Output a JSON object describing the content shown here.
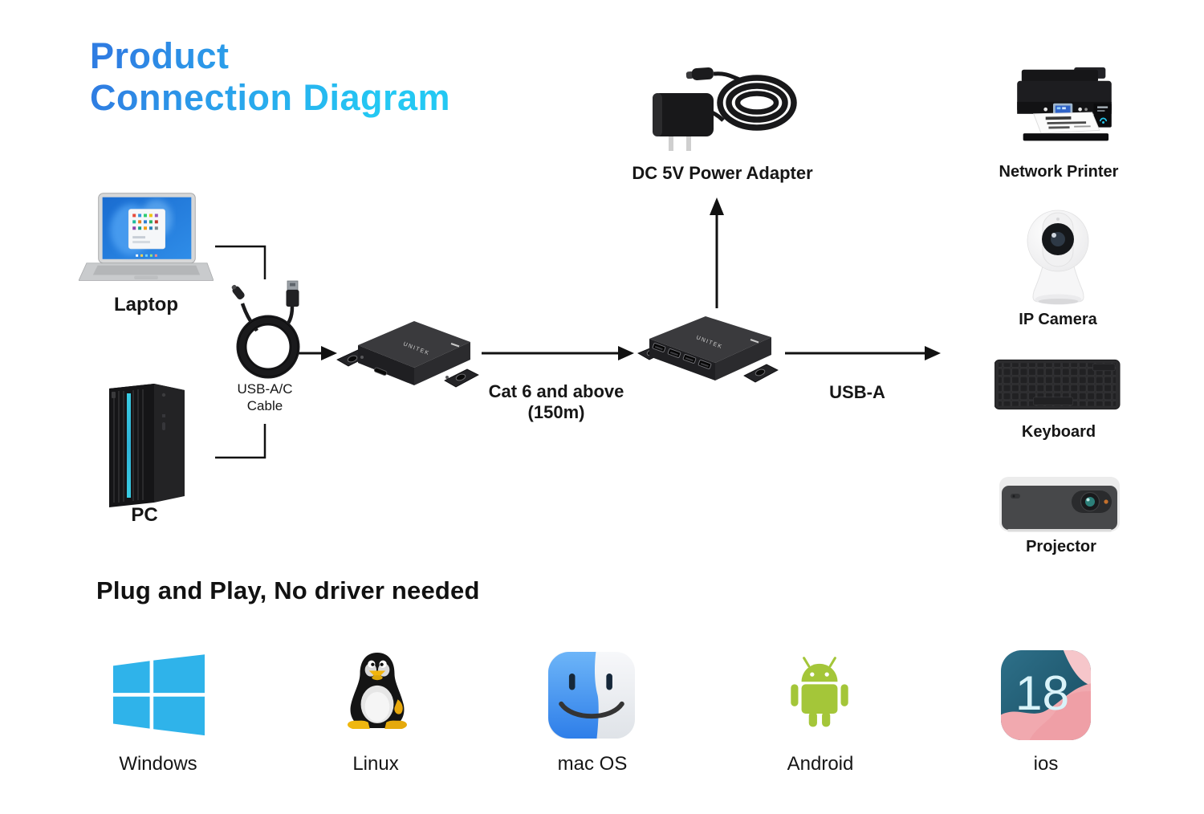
{
  "title": {
    "line1": "Product",
    "line2": "Connection Diagram"
  },
  "colors": {
    "title_gradient_start": "#2F7DE2",
    "title_gradient_end": "#24C8F3",
    "arrow": "#111111",
    "windows_blue": "#2FB3EA",
    "android_green": "#A4C639"
  },
  "diagram": {
    "laptop_label": "Laptop",
    "pc_label": "PC",
    "cable_label_line1": "USB-A/C",
    "cable_label_line2": "Cable",
    "power_adapter_label": "DC 5V Power Adapter",
    "cat6_label_line1": "Cat 6 and above",
    "cat6_label_line2": "(150m)",
    "usb_a_label": "USB-A",
    "device_brand": "UNITEK",
    "peripherals": [
      {
        "id": "network-printer",
        "label": "Network Printer"
      },
      {
        "id": "ip-camera",
        "label": "IP Camera"
      },
      {
        "id": "keyboard",
        "label": "Keyboard"
      },
      {
        "id": "projector",
        "label": "Projector"
      }
    ]
  },
  "footer": {
    "heading": "Plug and Play, No driver needed",
    "ios_badge": "18",
    "os_list": [
      {
        "id": "windows",
        "label": "Windows"
      },
      {
        "id": "linux",
        "label": "Linux"
      },
      {
        "id": "macos",
        "label": "mac OS"
      },
      {
        "id": "android",
        "label": "Android"
      },
      {
        "id": "ios",
        "label": "ios"
      }
    ]
  }
}
